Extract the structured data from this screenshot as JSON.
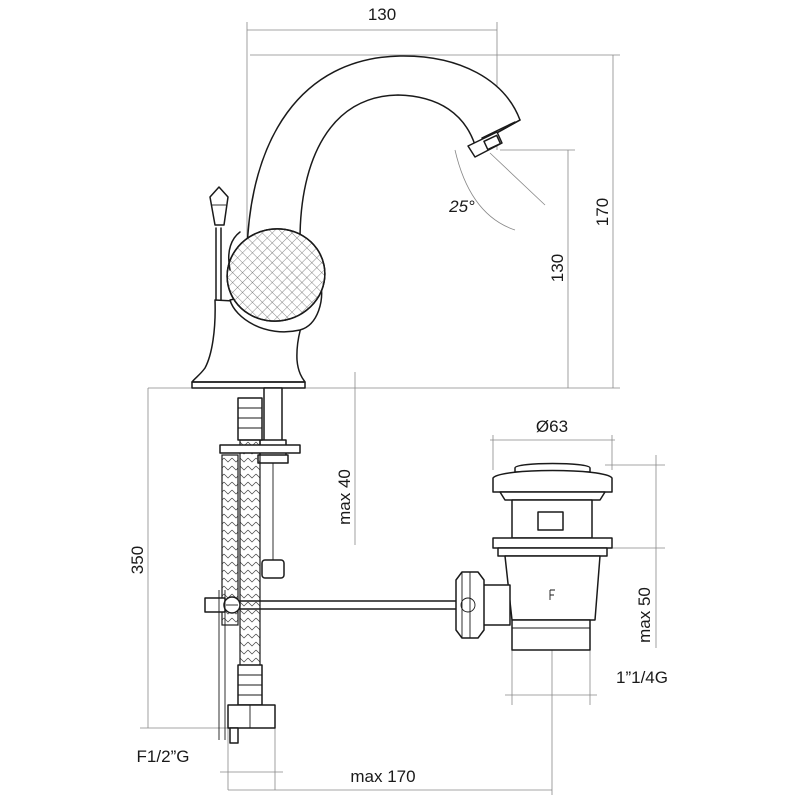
{
  "dimensions": {
    "spout_reach": "130",
    "spout_angle": "25°",
    "spout_height": "130",
    "total_height": "170",
    "max_deck_thickness": "max 40",
    "hose_length": "350",
    "waste_diameter": "Ø63",
    "max_waste_travel": "max 50",
    "waste_thread": "1”1/4G",
    "connection_thread": "F1/2”G",
    "max_rod_length": "max 170"
  }
}
